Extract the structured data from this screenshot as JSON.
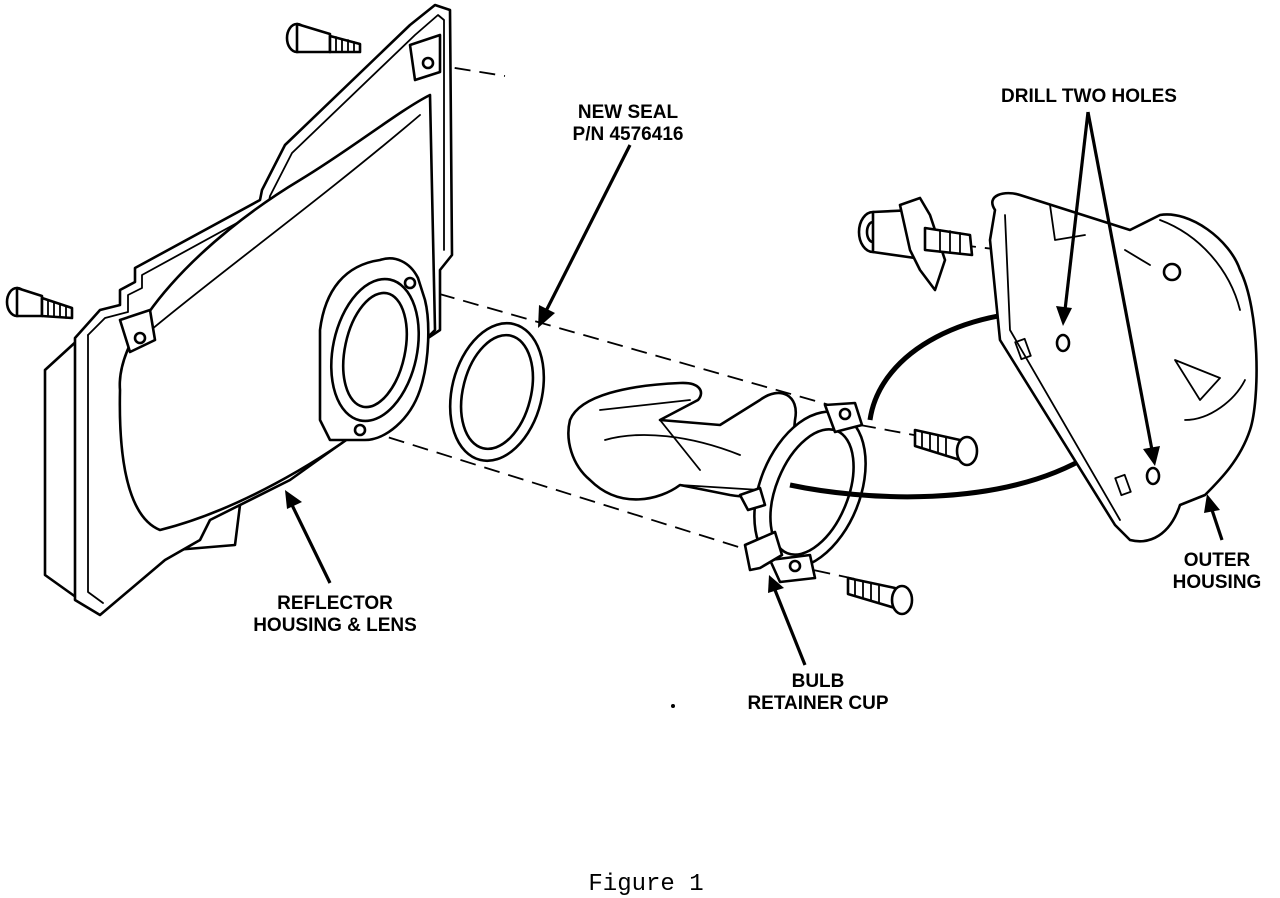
{
  "labels": {
    "new_seal_line1": "NEW SEAL",
    "new_seal_line2": "P/N 4576416",
    "drill_two_holes": "DRILL TWO HOLES",
    "reflector_line1": "REFLECTOR",
    "reflector_line2": "HOUSING & LENS",
    "outer_line1": "OUTER",
    "outer_line2": "HOUSING",
    "bulb_line1": "BULB",
    "bulb_line2": "RETAINER CUP"
  },
  "caption": "Figure 1"
}
